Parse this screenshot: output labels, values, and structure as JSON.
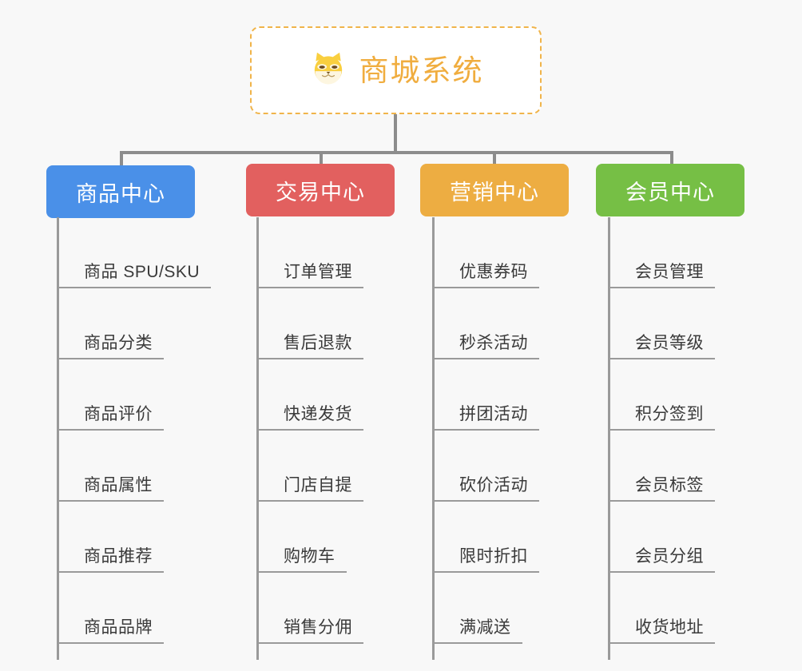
{
  "background_color": "#f8f8f8",
  "root": {
    "title": "商城系统",
    "icon": "shiba-dog-icon",
    "title_color": "#f0ad3f",
    "border_color": "#f0b44a",
    "background_color": "#ffffff"
  },
  "connector_color": "#8c8c8c",
  "columns": [
    {
      "category": "商品中心",
      "color": "#4a90e8",
      "items": [
        "商品 SPU/SKU",
        "商品分类",
        "商品评价",
        "商品属性",
        "商品推荐",
        "商品品牌"
      ]
    },
    {
      "category": "交易中心",
      "color": "#e2605f",
      "items": [
        "订单管理",
        "售后退款",
        "快递发货",
        "门店自提",
        "购物车",
        "销售分佣"
      ]
    },
    {
      "category": "营销中心",
      "color": "#edad42",
      "items": [
        "优惠券码",
        "秒杀活动",
        "拼团活动",
        "砍价活动",
        "限时折扣",
        "满减送"
      ]
    },
    {
      "category": "会员中心",
      "color": "#76bf45",
      "items": [
        "会员管理",
        "会员等级",
        "积分签到",
        "会员标签",
        "会员分组",
        "收货地址"
      ]
    }
  ]
}
